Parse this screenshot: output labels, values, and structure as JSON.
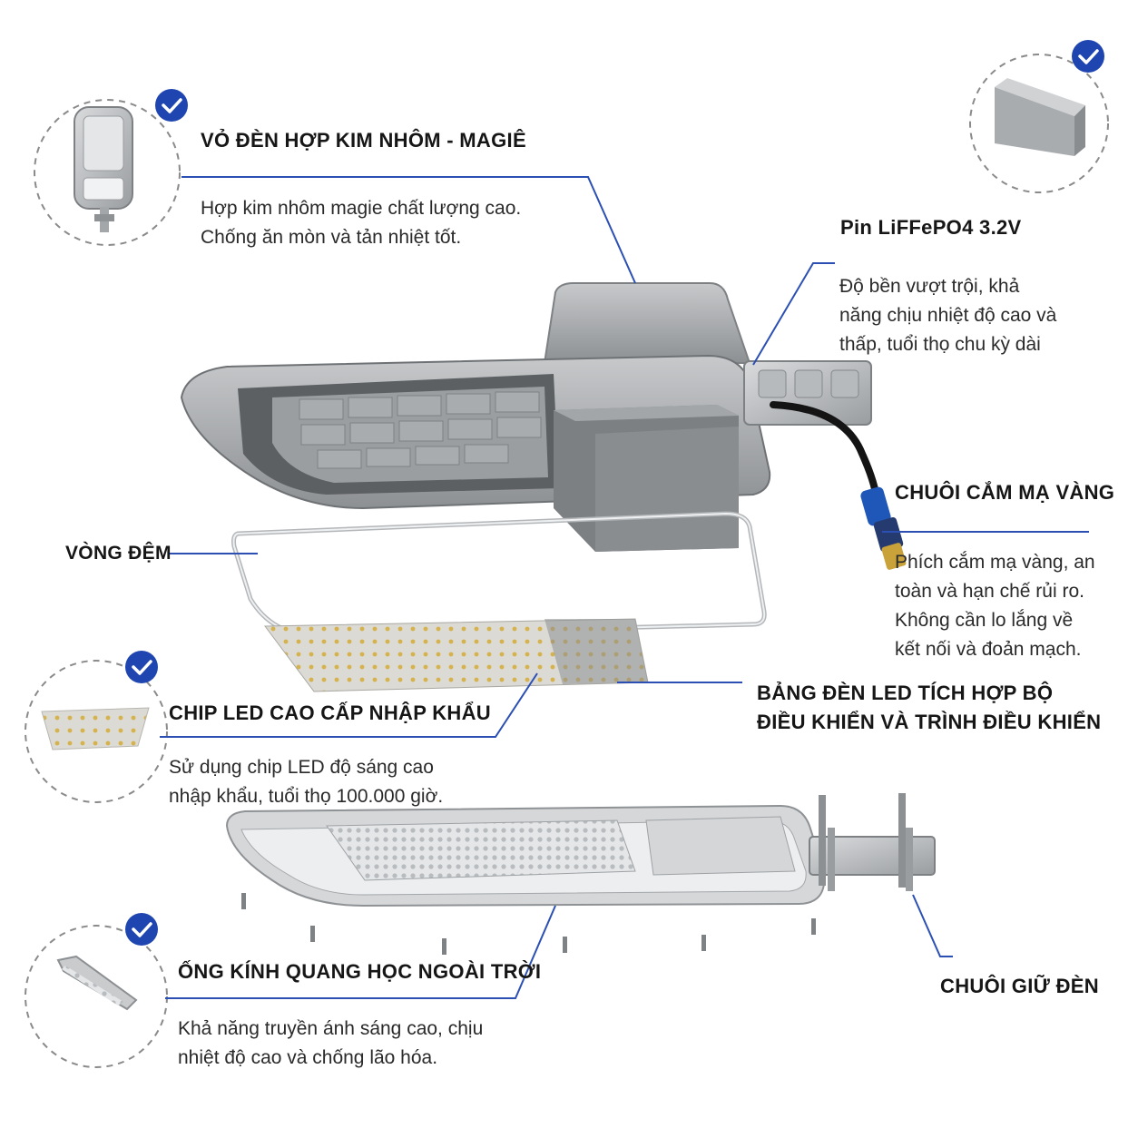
{
  "colors": {
    "accent": "#1f45b0",
    "leader_line": "#2b4fb3",
    "dashed_circle": "#8a8a8a",
    "housing": "#9ea1a4",
    "led_chip": "#d6b24a"
  },
  "callouts": {
    "housing": {
      "title": "VỎ ĐÈN HỢP KIM NHÔM - MAGIÊ",
      "lines": [
        "Hợp kim nhôm magie chất lượng cao.",
        "Chống ăn mòn và tản nhiệt tốt."
      ]
    },
    "battery": {
      "title": "Pin LiFFePO4 3.2V",
      "lines": [
        "Độ bền vượt trội, khả",
        "năng chịu nhiệt độ cao và",
        "thấp, tuổi thọ chu kỳ dài"
      ]
    },
    "connector": {
      "title": "CHUÔI CẮM MẠ VÀNG",
      "lines": [
        "Phích cắm mạ vàng, an",
        "toàn và hạn chế rủi ro.",
        "Không cần lo lắng về",
        "kết nối và đoản mạch."
      ]
    },
    "gasket": {
      "title": "VÒNG ĐỆM"
    },
    "led_board": {
      "lines": [
        "BẢNG ĐÈN LED TÍCH HỢP BỘ",
        "ĐIỀU KHIỂN VÀ TRÌNH ĐIỀU KHIỂN"
      ]
    },
    "led_chip": {
      "title": "CHIP LED CAO CẤP NHẬP KHẨU",
      "lines": [
        "Sử dụng chip LED độ sáng cao",
        "nhập khẩu, tuổi thọ 100.000 giờ."
      ]
    },
    "bracket": {
      "title": "CHUÔI GIỮ ĐÈN"
    },
    "lens": {
      "title": "ỐNG KÍNH QUANG HỌC NGOÀI TRỜI",
      "lines": [
        "Khả năng truyền ánh sáng cao, chịu",
        "nhiệt độ cao và chống lão hóa."
      ]
    }
  },
  "icons": [
    "check-badge-icon",
    "street-light-icon",
    "battery-icon",
    "led-chip-icon",
    "lens-icon"
  ]
}
